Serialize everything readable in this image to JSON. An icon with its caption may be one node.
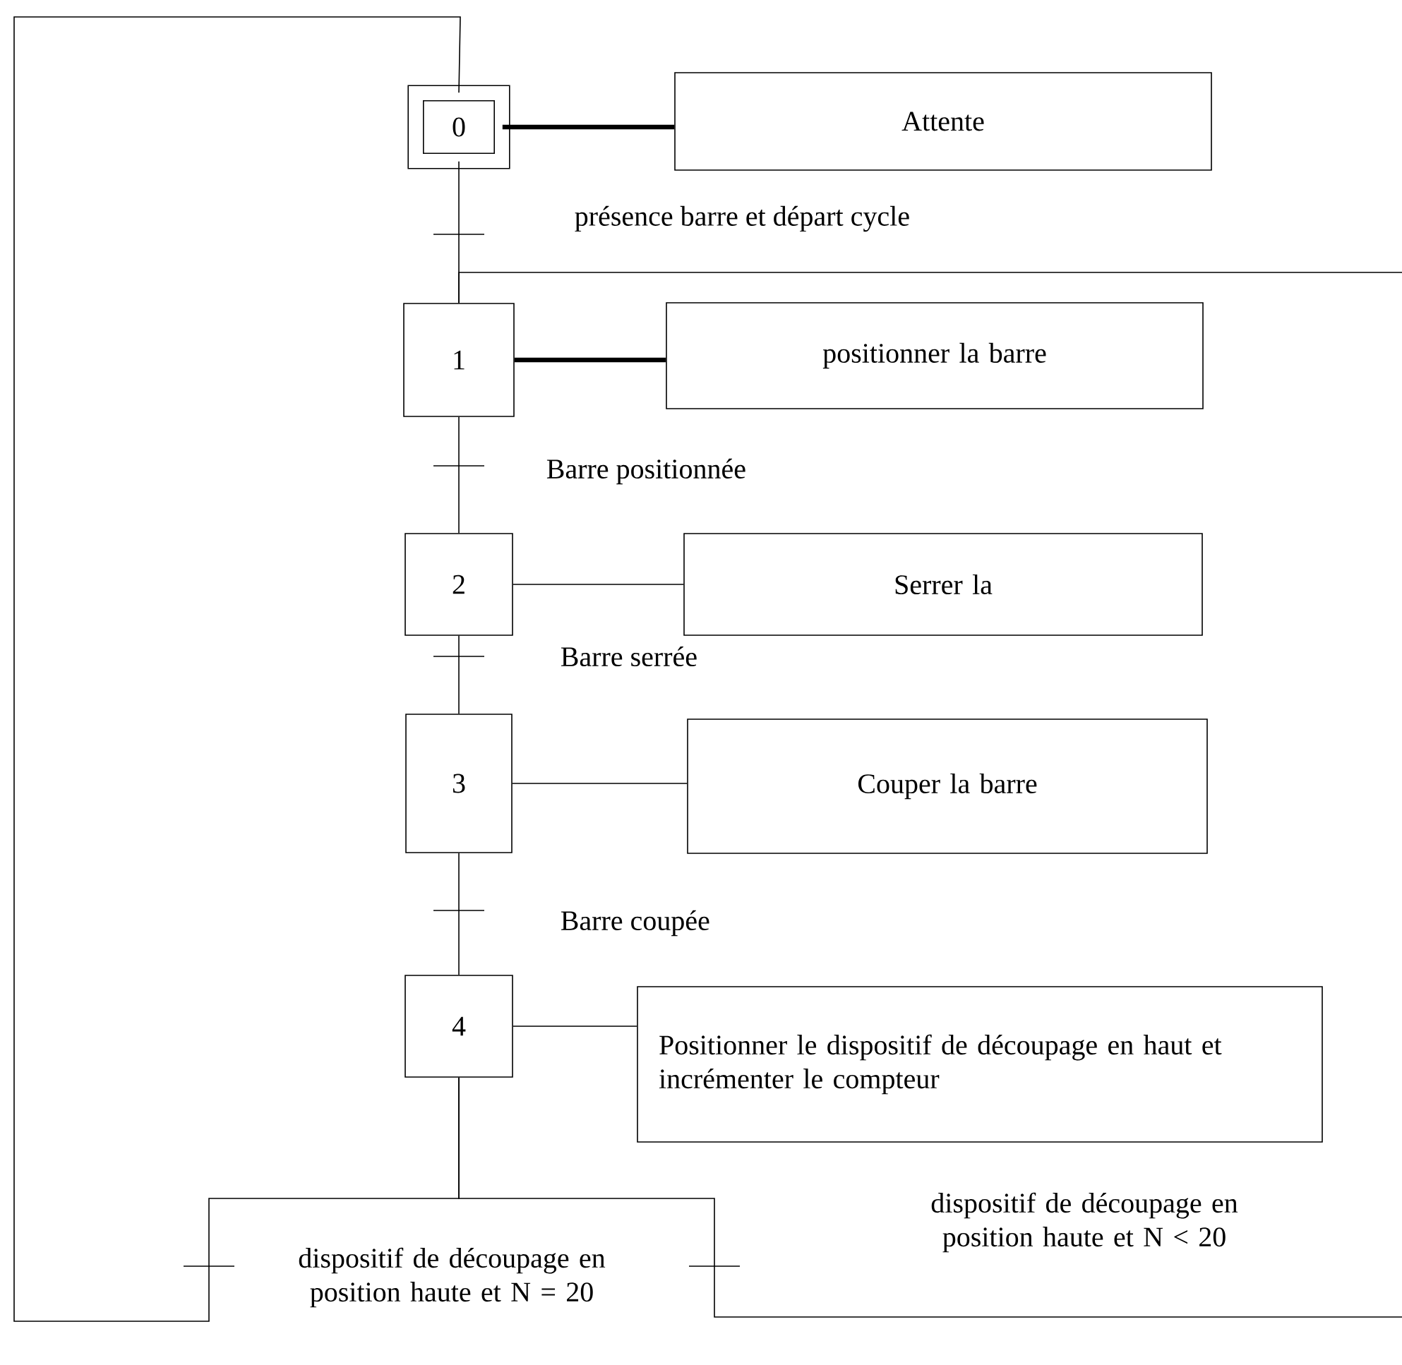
{
  "diagram": {
    "nodes": [
      {
        "text": [
          "0"
        ]
      },
      {
        "text": [
          "Attente"
        ]
      },
      {
        "text": [
          "1"
        ]
      },
      {
        "text": [
          "positionner la barre"
        ]
      },
      {
        "text": [
          "2"
        ]
      },
      {
        "text": [
          "Serrer la"
        ]
      },
      {
        "text": [
          "3"
        ]
      },
      {
        "text": [
          "Couper la barre"
        ]
      },
      {
        "text": [
          "4"
        ]
      },
      {
        "text": [
          "Positionner le dispositif de découpage en haut et incrémenter le compteur"
        ]
      }
    ],
    "edges": [
      {
        "from": 0,
        "to": 1,
        "arrow": "none",
        "style": "thick"
      },
      {
        "from": 0,
        "to": 2,
        "arrow": "none",
        "label": "présence barre et départ cycle"
      },
      {
        "from": 2,
        "to": 3,
        "arrow": "none",
        "style": "thick"
      },
      {
        "from": 2,
        "to": 4,
        "arrow": "none",
        "label": "Barre positionnée"
      },
      {
        "from": 4,
        "to": 5,
        "arrow": "none"
      },
      {
        "from": 4,
        "to": 6,
        "arrow": "none",
        "label": "Barre serrée"
      },
      {
        "from": 6,
        "to": 7,
        "arrow": "none"
      },
      {
        "from": 6,
        "to": 8,
        "arrow": "none",
        "label": "Barre coupée"
      },
      {
        "from": 8,
        "to": 9,
        "arrow": "none"
      },
      {
        "from": 8,
        "to": 0,
        "arrow": "none",
        "label": "dispositif de découpage en position haute et N = 20"
      },
      {
        "from": 8,
        "to": 2,
        "arrow": "none",
        "label": "dispositif de découpage en position haute et N < 20"
      }
    ]
  }
}
